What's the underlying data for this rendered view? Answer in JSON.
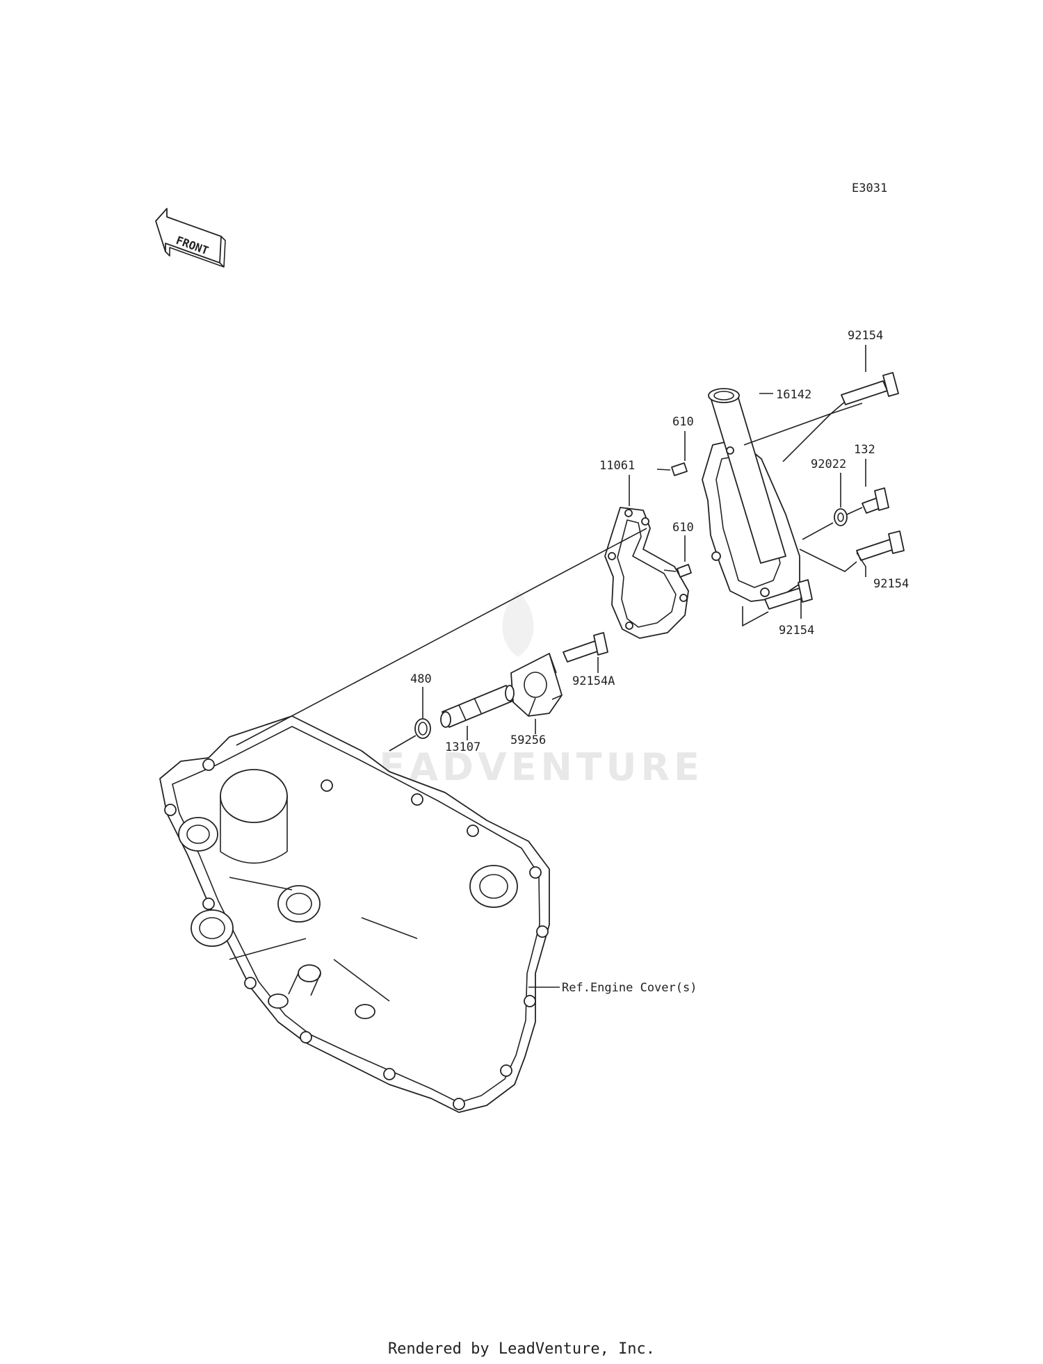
{
  "diagram": {
    "code": "E3031",
    "front_label": "FRONT",
    "watermark": "LEADVENTURE",
    "parts": [
      {
        "id": "92154",
        "role": "bolt-top-right"
      },
      {
        "id": "16142",
        "role": "pump-cover"
      },
      {
        "id": "610",
        "role": "dowel-pin-upper"
      },
      {
        "id": "11061",
        "role": "gasket"
      },
      {
        "id": "92022",
        "role": "washer"
      },
      {
        "id": "132",
        "role": "drain-bolt"
      },
      {
        "id": "610",
        "role": "dowel-pin-lower"
      },
      {
        "id": "92154",
        "role": "bolt-right"
      },
      {
        "id": "92154",
        "role": "bolt-lower"
      },
      {
        "id": "92154A",
        "role": "impeller-bolt"
      },
      {
        "id": "480",
        "role": "circlip"
      },
      {
        "id": "59256",
        "role": "impeller"
      },
      {
        "id": "13107",
        "role": "pump-shaft"
      }
    ],
    "reference": "Ref.Engine Cover(s)"
  },
  "footer": {
    "text": "Rendered by LeadVenture, Inc."
  }
}
